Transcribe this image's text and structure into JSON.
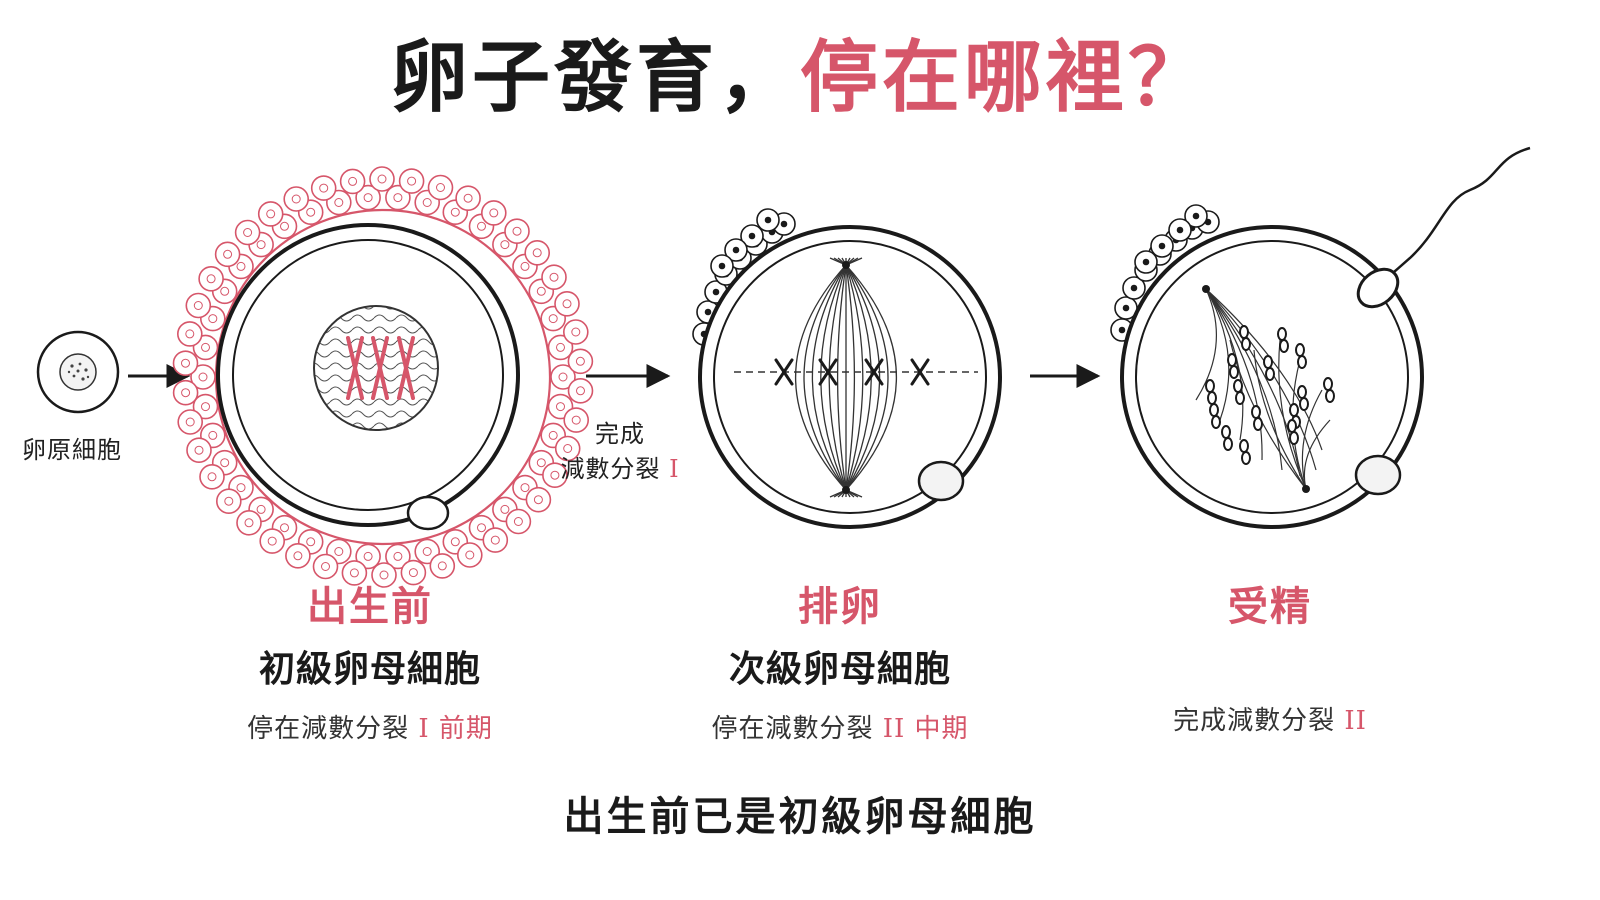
{
  "title": {
    "main": "卵子發育，",
    "accent": "停在哪裡？"
  },
  "oogonia": {
    "label": "卵原細胞"
  },
  "arrow2": {
    "line1": "完成",
    "line2_text": "減數分裂 ",
    "line2_roman": "I"
  },
  "stages": [
    {
      "name": "出生前",
      "cell": "初級卵母細胞",
      "detail_text": "停在減數分裂 ",
      "detail_red": "I 前期"
    },
    {
      "name": "排卵",
      "cell": "次級卵母細胞",
      "detail_text": "停在減數分裂 ",
      "detail_red": "II 中期"
    },
    {
      "name": "受精",
      "cell": "",
      "detail_text": "完成減數分裂 ",
      "detail_red": "II"
    }
  ],
  "caption": "出生前已是初級卵母細胞",
  "colors": {
    "accent": "#d6566a",
    "ink": "#1a1a1a"
  },
  "icons": [
    "arrow-icon",
    "sperm-icon",
    "chromosome-icon"
  ]
}
